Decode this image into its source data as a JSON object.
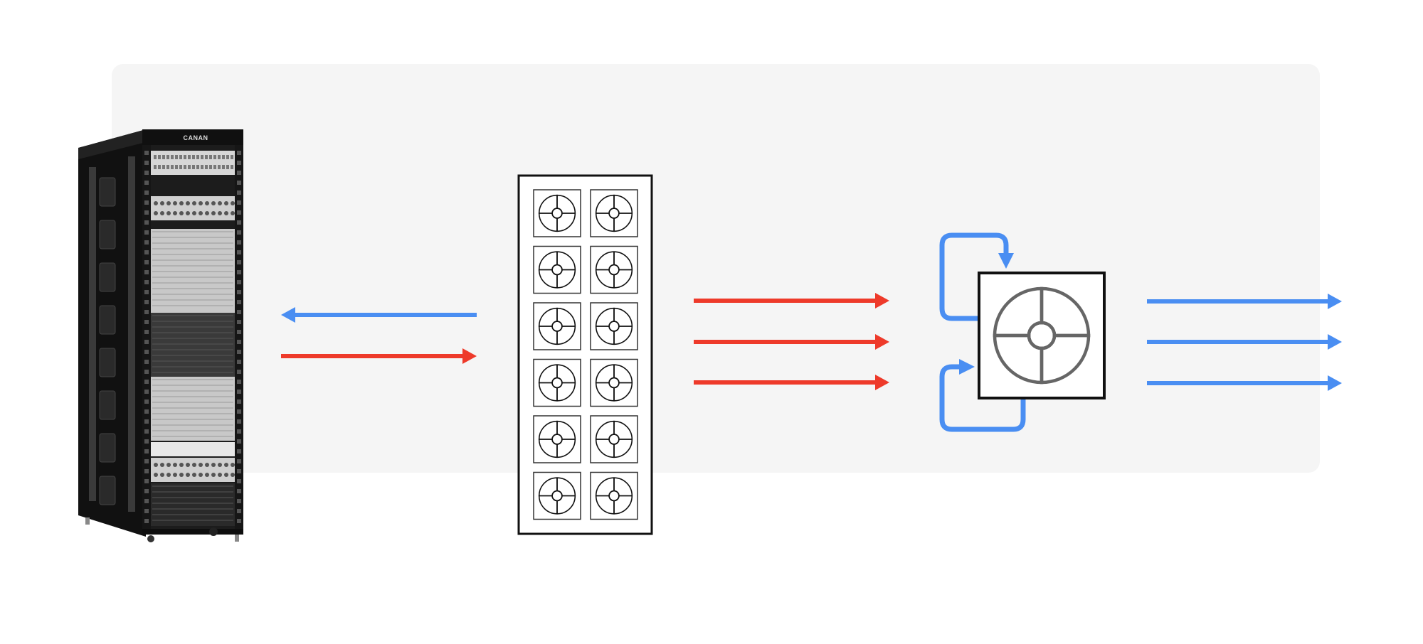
{
  "colors": {
    "background": "#ffffff",
    "panel": "#f5f5f5",
    "cold_air": "#4a8ef2",
    "hot_air": "#ee3a2a",
    "outline": "#111111",
    "fan_gray": "#666666",
    "rack_black": "#1c1c1c"
  },
  "rack": {
    "brand_label": "CANAN",
    "icon": "server-rack"
  },
  "fan_array": {
    "rows": 6,
    "cols": 2,
    "icon": "fan-icon"
  },
  "exhaust_fan": {
    "icon": "fan-icon"
  },
  "flows": {
    "rack_side": [
      "cold",
      "hot"
    ],
    "array_out": [
      "hot",
      "hot",
      "hot"
    ],
    "fan_recirculation": [
      "cold",
      "cold"
    ],
    "fan_out": [
      "cold",
      "cold",
      "cold"
    ]
  }
}
